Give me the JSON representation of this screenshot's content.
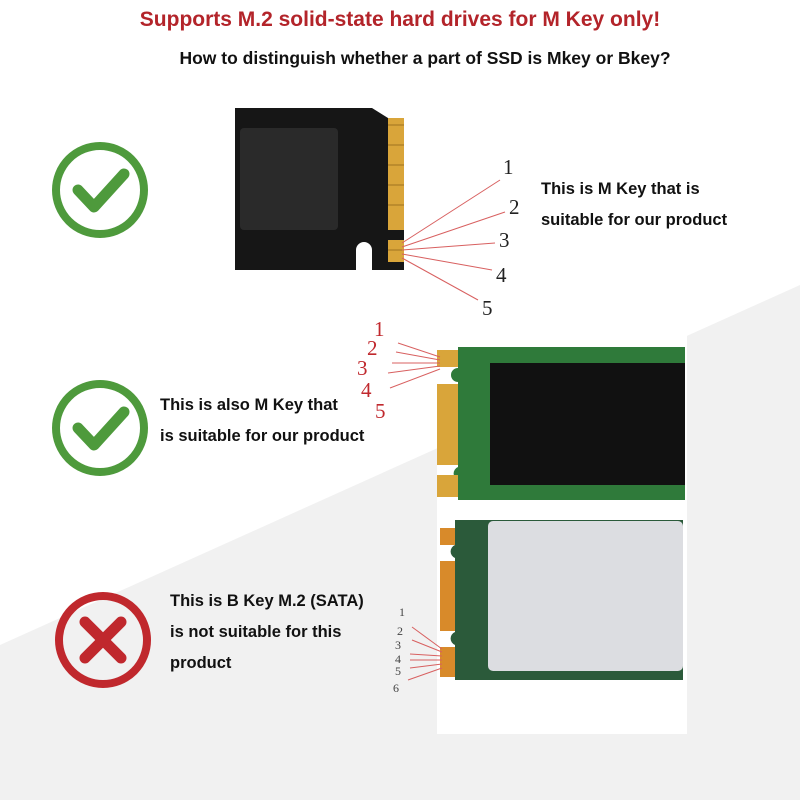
{
  "header": {
    "title": "Supports M.2 solid-state hard drives for M Key only!",
    "subtitle": "How to distinguish whether a part of SSD is Mkey or Bkey?"
  },
  "items": [
    {
      "status": "check-icon",
      "lines": [
        "This is M Key that is",
        "suitable for our product"
      ],
      "pin_labels": [
        "1",
        "2",
        "3",
        "4",
        "5"
      ]
    },
    {
      "status": "check-icon",
      "lines": [
        "This is also M Key that",
        "is suitable for our product"
      ],
      "pin_labels": [
        "1",
        "2",
        "3",
        "4",
        "5"
      ]
    },
    {
      "status": "cross-icon",
      "lines": [
        "This is B Key M.2 (SATA)",
        "is not suitable for this",
        "product"
      ],
      "pin_labels": [
        "1",
        "2",
        "3",
        "4",
        "5",
        "6"
      ]
    }
  ],
  "colors": {
    "title": "#b3242a",
    "check": "#4e9a3c",
    "cross": "#c0282d",
    "pcb_green": "#2f7a3a",
    "gold": "#d9a53a"
  }
}
